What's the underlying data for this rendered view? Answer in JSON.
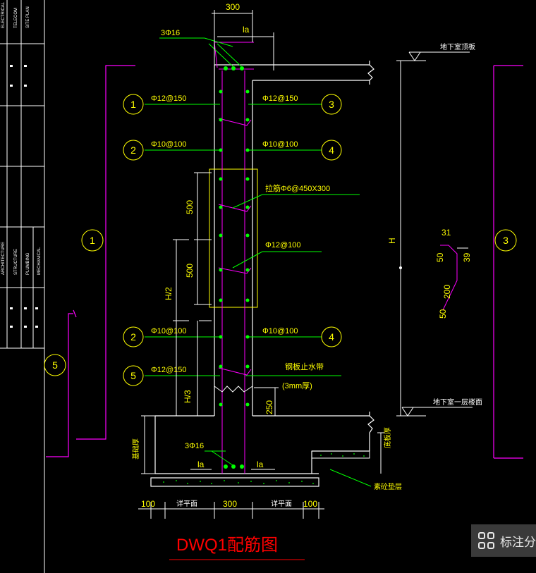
{
  "title_block": {
    "top_labels": [
      "ELECTRICAL",
      "TELECOM",
      "SITE PLAN"
    ],
    "mid_labels": [
      "ARCHITECTURE",
      "STRUCTURE",
      "PLUMBING",
      "MECHANICAL"
    ]
  },
  "dims": {
    "top_width": "300",
    "la_top": "la",
    "bar_top": "3Φ16",
    "seg_500_a": "500",
    "seg_500_b": "500",
    "h_half": "H/2",
    "h_third": "H/3",
    "h_total": "H",
    "d_250": "250",
    "la_left": "la",
    "la_right": "la",
    "bar_bottom": "3Φ16",
    "bottom_left_100": "100",
    "bottom_mid_300": "300",
    "bottom_right_100": "100",
    "detail_31": "31",
    "detail_50a": "50",
    "detail_39": "39",
    "detail_200": "200",
    "detail_50b": "50"
  },
  "rebar": {
    "r1_left": "Φ12@150",
    "r3_right": "Φ12@150",
    "r2_left": "Φ10@100",
    "r4_right": "Φ10@100",
    "tie": "拉筋Φ6@450X300",
    "mid_right": "Φ12@100",
    "r2_left_low": "Φ10@100",
    "r4_right_low": "Φ10@100",
    "r5_left": "Φ12@150",
    "waterstop": "钢板止水带",
    "waterstop_thick": "(3mm厚)"
  },
  "callouts": [
    "1",
    "2",
    "3",
    "4",
    "5"
  ],
  "levels": {
    "top_slab": "地下室顶板",
    "first_floor": "地下室一层楼面"
  },
  "labels": {
    "foundation_thick": "基础厚",
    "slab_thick": "底板厚",
    "cushion": "素砼垫层",
    "detail_left": "详平面",
    "detail_right": "详平面"
  },
  "drawing_title": "DWQ1配筋图",
  "badge": {
    "text": "标注分"
  },
  "colors": {
    "white": "#ffffff",
    "green": "#00ff00",
    "yellow": "#ffff00",
    "magenta": "#ff00ff",
    "red": "#ff0000"
  }
}
